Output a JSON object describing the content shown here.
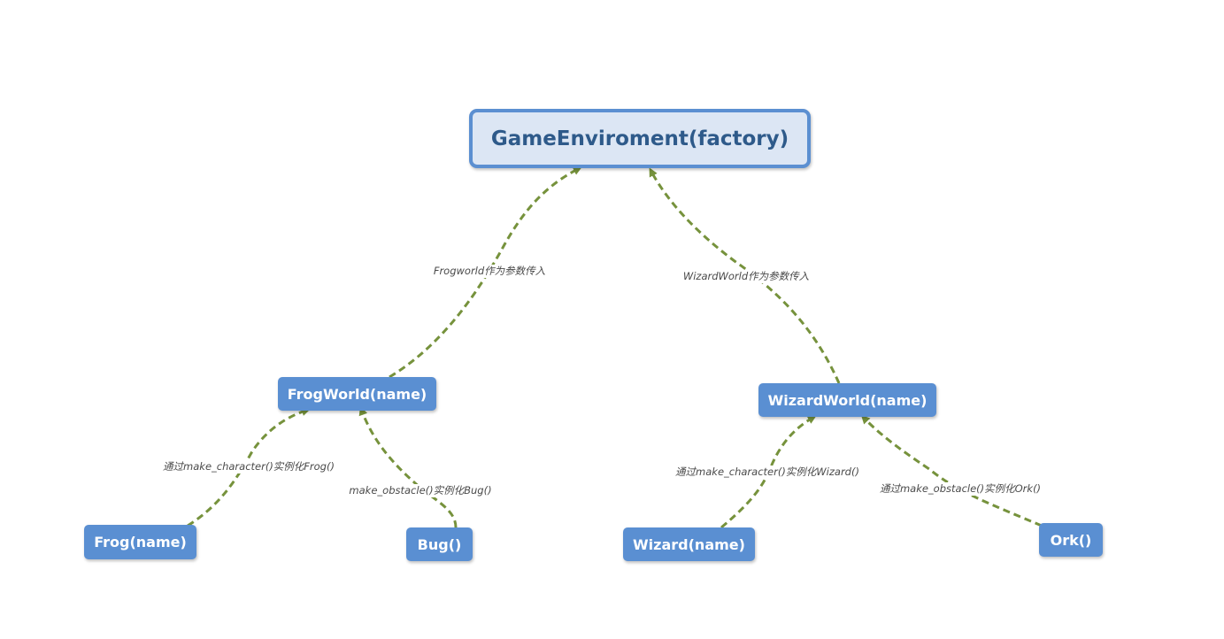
{
  "colors": {
    "root_fill": "#dce6f4",
    "root_border": "#5b8fd1",
    "root_text": "#2e5a8a",
    "node_fill": "#5a8fd2",
    "node_text": "#ffffff",
    "edge": "#76923c",
    "edge_label_text": "#4a4a4a"
  },
  "nodes": {
    "root": "GameEnviroment(factory)",
    "frogworld": "FrogWorld(name)",
    "wizardworld": "WizardWorld(name)",
    "frog": "Frog(name)",
    "bug": "Bug()",
    "wizard": "Wizard(name)",
    "ork": "Ork()"
  },
  "edges": [
    {
      "from": "frogworld",
      "to": "root",
      "label": "Frogworld作为参数传入",
      "style": "dashed-arrow"
    },
    {
      "from": "wizardworld",
      "to": "root",
      "label": "WizardWorld作为参数传入",
      "style": "dashed-arrow"
    },
    {
      "from": "frog",
      "to": "frogworld",
      "label": "通过make_character()实例化Frog()",
      "style": "dashed-arrow"
    },
    {
      "from": "bug",
      "to": "frogworld",
      "label": "make_obstacle()实例化Bug()",
      "style": "dashed-arrow"
    },
    {
      "from": "wizard",
      "to": "wizardworld",
      "label": "通过make_character()实例化Wizard()",
      "style": "dashed-arrow"
    },
    {
      "from": "ork",
      "to": "wizardworld",
      "label": "通过make_obstacle()实例化Ork()",
      "style": "dashed-arrow"
    }
  ]
}
